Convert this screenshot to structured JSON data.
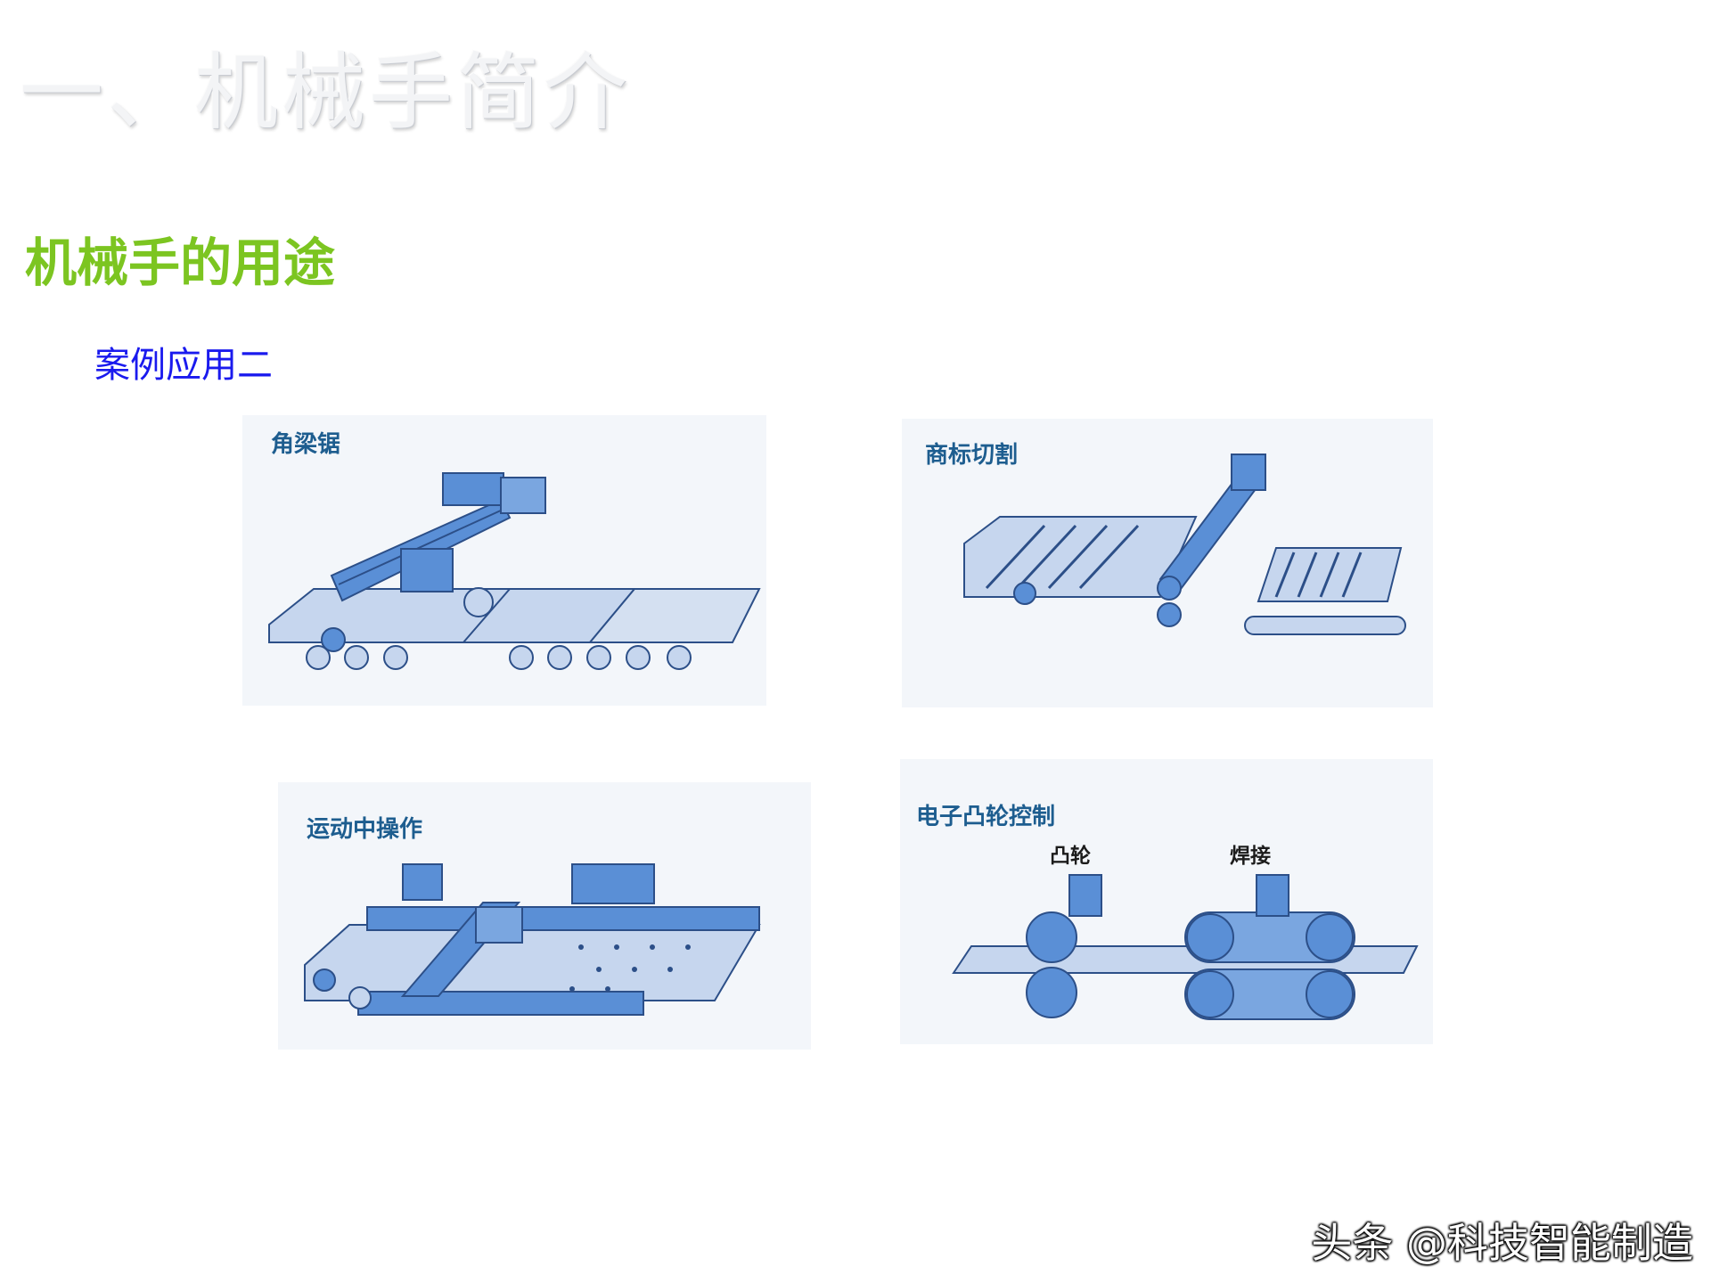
{
  "slide": {
    "title": "一、机械手简介",
    "section_heading": "机械手的用途",
    "case_label": "案例应用二"
  },
  "panels": [
    {
      "label": "角梁锯",
      "figure": "angle-beam-saw-machine"
    },
    {
      "label": "商标切割",
      "figure": "trademark-cutting-machine"
    },
    {
      "label": "运动中操作",
      "figure": "on-the-fly-operation-machine"
    },
    {
      "label": "电子凸轮控制",
      "figure": "electronic-cam-control-machine",
      "sub_labels": {
        "cam": "凸轮",
        "weld": "焊接"
      }
    }
  ],
  "watermark": "头条 @科技智能制造",
  "colors": {
    "title_fill": "#f3f4f6",
    "heading_green": "#7cc521",
    "case_blue": "#1a1aee",
    "panel_label_blue": "#1d5d8f",
    "machine_blue": "#5a8fd6",
    "machine_light": "#c6d6ee",
    "machine_dark": "#2c4f88"
  }
}
